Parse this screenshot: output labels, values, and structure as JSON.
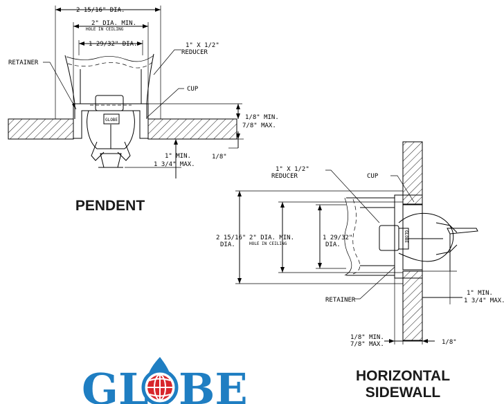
{
  "pendent": {
    "title": "PENDENT",
    "dims": {
      "outer_dia": "2 15/16\" DIA.",
      "hole_dia": "2\" DIA. MIN.",
      "hole_note": "HOLE IN CEILING",
      "inner_dia": "1 29/32\" DIA.",
      "reducer_1": "1\" X 1/2\"",
      "reducer_2": "REDUCER",
      "retainer": "RETAINER",
      "cup": "CUP",
      "gap_min": "1/8\" MIN.",
      "gap_max": "7/8\" MAX.",
      "eighth": "1/8\"",
      "drop_min": "1\" MIN.",
      "drop_max": "1 3/4\" MAX.",
      "frame_mark": "GLOBE"
    }
  },
  "sidewall": {
    "title_1": "HORIZONTAL",
    "title_2": "SIDEWALL",
    "dims": {
      "reducer_1": "1\" X 1/2\"",
      "reducer_2": "REDUCER",
      "cup": "CUP",
      "outer_1": "2 15/16\"",
      "outer_2": "DIA.",
      "hole_1": "2\" DIA. MIN.",
      "hole_2": "HOLE IN CEILING",
      "inner_1": "1 29/32\"",
      "inner_2": "DIA.",
      "retainer": "RETAINER",
      "proj_min": "1\" MIN.",
      "proj_max": "1 3/4\" MAX.",
      "gap_min": "1/8\" MIN.",
      "gap_max": "7/8\" MAX.",
      "eighth": "1/8\"",
      "frame_mark": "GLOBE"
    }
  },
  "logo": {
    "text_left": "GL",
    "text_right": "BE",
    "color": "#1f7ec2",
    "globe_red": "#d8262b"
  }
}
